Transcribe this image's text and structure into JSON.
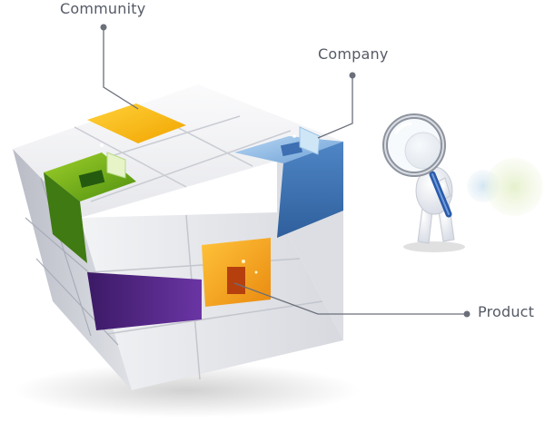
{
  "callouts": {
    "community": "Community",
    "company": "Company",
    "product": "Product"
  },
  "colors": {
    "community": "#f5b800",
    "company": "#7fb2e0",
    "product": "#f0a020",
    "green": "#7dbb1e",
    "purple": "#5a2a8a",
    "cube": "#e9eaee",
    "leader": "#6b6f7a"
  },
  "icons": [
    "magnifying-glass-icon",
    "figure-character-icon"
  ]
}
